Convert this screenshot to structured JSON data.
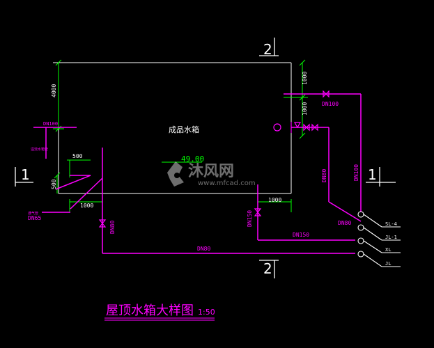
{
  "drawing": {
    "title": "屋顶水箱大样图",
    "scale": "1:50",
    "tank_label": "成品水箱",
    "water_level": "49.00",
    "section_marks": {
      "top": "2",
      "bottom": "2",
      "left": "1",
      "right": "1"
    },
    "dimensions": {
      "tank_height": "4000",
      "overflow_offset_1": "1000",
      "overflow_offset_2": "1000",
      "left_500_a": "500",
      "left_500_b": "500",
      "bottom_left_1000": "1000",
      "bottom_right_1000": "1000"
    },
    "pipes": {
      "dn100_left": "DN100",
      "dn100_top": "DN100",
      "dn100_right": "DN100",
      "dn80_upper": "DN80",
      "dn80_right": "DN80",
      "dn80_left": "DN80",
      "dn80_bottom": "DN80",
      "dn150_vertical": "DN150",
      "dn150_horizontal": "DN150",
      "dn65": "DN65"
    },
    "pipe_tags": [
      "SL-4",
      "JL-1",
      "XL",
      "JL"
    ],
    "notes": {
      "vent_label": "通气管",
      "overflow_label": "溢流水箱管"
    }
  },
  "watermark": {
    "brand": "沐风网",
    "url": "www.mfcad.com"
  },
  "colors": {
    "background": "#000000",
    "outline": "#ffffff",
    "pipe": "#ff00ff",
    "dimension": "#00ff00",
    "water_level": "#00ff00"
  }
}
